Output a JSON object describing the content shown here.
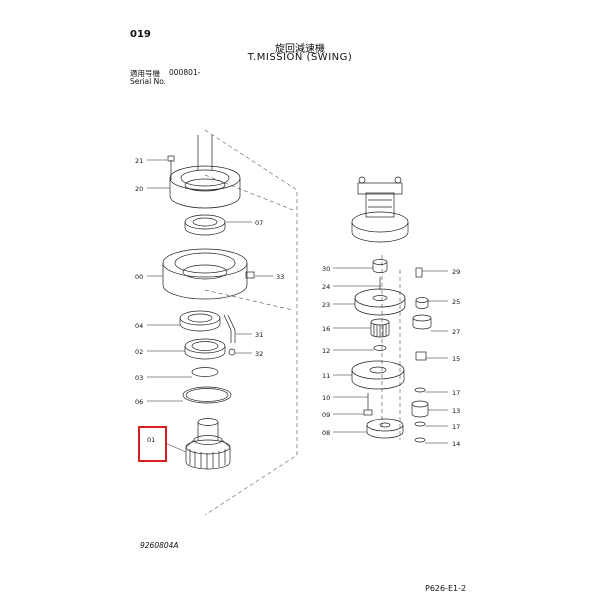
{
  "header": {
    "page_number": "019",
    "title_jp": "旋回減速機",
    "title_en": "T.MISSION (SWING)",
    "serial_label": "適用号機",
    "serial_value": "000801-",
    "serial_label_en": "Serial No."
  },
  "left_callouts": [
    "21",
    "20",
    "07",
    "00",
    "33",
    "04",
    "31",
    "02",
    "32",
    "03",
    "06",
    "01"
  ],
  "right_callouts": [
    "30",
    "29",
    "24",
    "23",
    "25",
    "27",
    "16",
    "12",
    "15",
    "11",
    "17",
    "10",
    "13",
    "09",
    "17",
    "08",
    "14"
  ],
  "highlight": {
    "target": "01",
    "color": "#d81e1e"
  },
  "footer": {
    "drawing_code": "9260804A",
    "page_code": "P626-E1-2"
  }
}
